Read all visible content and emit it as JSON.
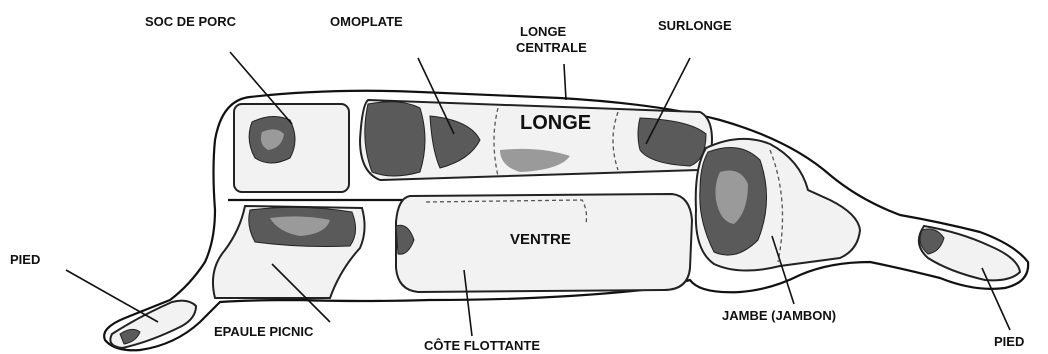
{
  "labels": {
    "soc_de_porc": "SOC DE PORC",
    "omoplate": "OMOPLATE",
    "longe_centrale_1": "LONGE",
    "longe_centrale_2": "CENTRALE",
    "surlonge": "SURLONGE",
    "longe": "LONGE",
    "ventre": "VENTRE",
    "pied_front": "PIED",
    "epaule_picnic": "EPAULE PICNIC",
    "cote_flottante": "CÔTE FLOTTANTE",
    "jambe": "JAMBE (JAMBON)",
    "pied_rear": "PIED"
  }
}
